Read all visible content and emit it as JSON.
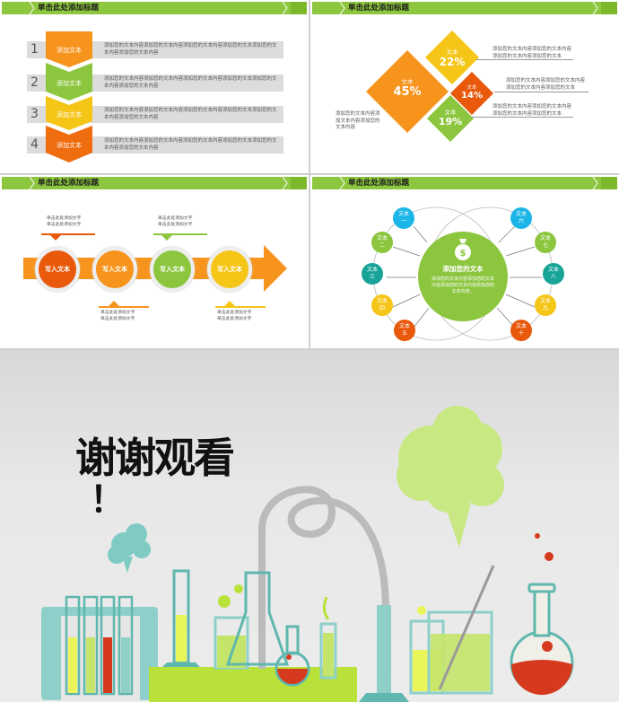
{
  "slides": [
    {
      "title": "单击此处添加标题",
      "steps": [
        {
          "num": "1",
          "label": "添加文本",
          "color": "#f7941d",
          "text": "添加您的文本内容添加您的文本内容添加您的文本内容添加您的文本添加您的文本内容添加您的文本内容"
        },
        {
          "num": "2",
          "label": "添加文本",
          "color": "#8cc63f",
          "text": "添加您的文本内容添加您的文本内容添加您的文本内容添加您的文本添加您的文本内容添加您的文本内容"
        },
        {
          "num": "3",
          "label": "添加文本",
          "color": "#f5c518",
          "text": "添加您的文本内容添加您的文本内容添加您的文本内容添加您的文本添加您的文本内容添加您的文本内容"
        },
        {
          "num": "4",
          "label": "添加文本",
          "color": "#ef6c0f",
          "text": "添加您的文本内容添加您的文本内容添加您的文本内容添加您的文本添加您的文本内容添加您的文本内容"
        }
      ]
    },
    {
      "title": "单击此处添加标题",
      "diamonds": [
        {
          "label": "文本",
          "pct": "45%",
          "color": "#f7941d"
        },
        {
          "label": "文本",
          "pct": "22%",
          "color": "#f5c518"
        },
        {
          "label": "文本",
          "pct": "14%",
          "color": "#e8590c"
        },
        {
          "label": "文本",
          "pct": "19%",
          "color": "#8cc63f"
        }
      ],
      "notes": [
        "添加您的文本内容添加您的文本内容添加您的文本内容添加您的文本",
        "添加您的文本内容添加您的文本内容添加您的文本内容添加您的文本",
        "添加您的文本内容添加您的文本内容添加您的文本内容添加您的文本",
        "添加您的文本内容添加文本内容添加您的文本内容"
      ]
    },
    {
      "title": "单击此处添加标题",
      "circles": [
        {
          "label": "写入文本",
          "color": "#e8590c"
        },
        {
          "label": "写入文本",
          "color": "#f7941d"
        },
        {
          "label": "写入文本",
          "color": "#8cc63f"
        },
        {
          "label": "写入文本",
          "color": "#f5c518"
        }
      ],
      "notes": [
        "单击此处添加文字\n单击此处添加文字",
        "单击此处添加文字\n单击此处添加文字",
        "单击此处添加文字\n单击此处添加文字",
        "单击此处添加文字\n单击此处添加文字"
      ]
    },
    {
      "title": "单击此处添加标题",
      "center": {
        "heading": "添加您的文本",
        "body": "添加您的文本内容添加您的文本内容添加您的文本内容添加您的文本内容。",
        "icon": "money-bag-icon"
      },
      "nodes": [
        {
          "label": "文本",
          "num": "一",
          "color": "#1cb5e8"
        },
        {
          "label": "文本",
          "num": "二",
          "color": "#8cc63f"
        },
        {
          "label": "文本",
          "num": "三",
          "color": "#17a398"
        },
        {
          "label": "文本",
          "num": "四",
          "color": "#f5c518"
        },
        {
          "label": "文本",
          "num": "五",
          "color": "#e8590c"
        },
        {
          "label": "文本",
          "num": "六",
          "color": "#1cb5e8"
        },
        {
          "label": "文本",
          "num": "七",
          "color": "#8cc63f"
        },
        {
          "label": "文本",
          "num": "八",
          "color": "#17a398"
        },
        {
          "label": "文本",
          "num": "九",
          "color": "#f5c518"
        },
        {
          "label": "文本",
          "num": "十",
          "color": "#e8590c"
        }
      ]
    },
    {
      "thanks": "谢谢观看",
      "exclaim": "！"
    }
  ]
}
